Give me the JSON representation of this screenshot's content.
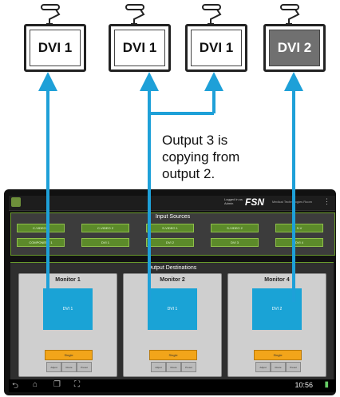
{
  "monitors": [
    {
      "label": "DVI 1",
      "shade": "white"
    },
    {
      "label": "DVI 1",
      "shade": "white"
    },
    {
      "label": "DVI 1",
      "shade": "white"
    },
    {
      "label": "DVI 2",
      "shade": "gray"
    }
  ],
  "caption": "Output 3 is copying from output 2.",
  "arrow_color": "#1ea0d8",
  "tablet": {
    "logged_in": "Logged in as Admin",
    "brand": "FSN",
    "brand_sub": "Medical Technologies  Room",
    "input_sources_title": "Input Sources",
    "input_sources": [
      "C-VIDEO 1",
      "C-VIDEO 2",
      "S-VIDEO 1",
      "S-VIDEO 2",
      "S-V",
      "COMPONENT 1",
      "DVI 1",
      "DVI 2",
      "DVI 3",
      "DVI 4"
    ],
    "output_destinations_title": "Output Destinations",
    "destinations": [
      {
        "title": "Monitor 1",
        "source": "DVI 1",
        "mode": "Single",
        "buttons": [
          "Adjust",
          "Route",
          "Preset"
        ]
      },
      {
        "title": "Monitor 2",
        "source": "DVI 1",
        "mode": "Single",
        "buttons": [
          "Adjust",
          "Route",
          "Preset"
        ]
      },
      {
        "title": "Monitor 4",
        "source": "DVI 2",
        "mode": "Single",
        "buttons": [
          "Adjust",
          "Route",
          "Preset"
        ]
      }
    ],
    "clock": "10:56",
    "nav_icons": [
      "back-icon",
      "home-icon",
      "recent-apps-icon",
      "screenshot-icon"
    ]
  }
}
